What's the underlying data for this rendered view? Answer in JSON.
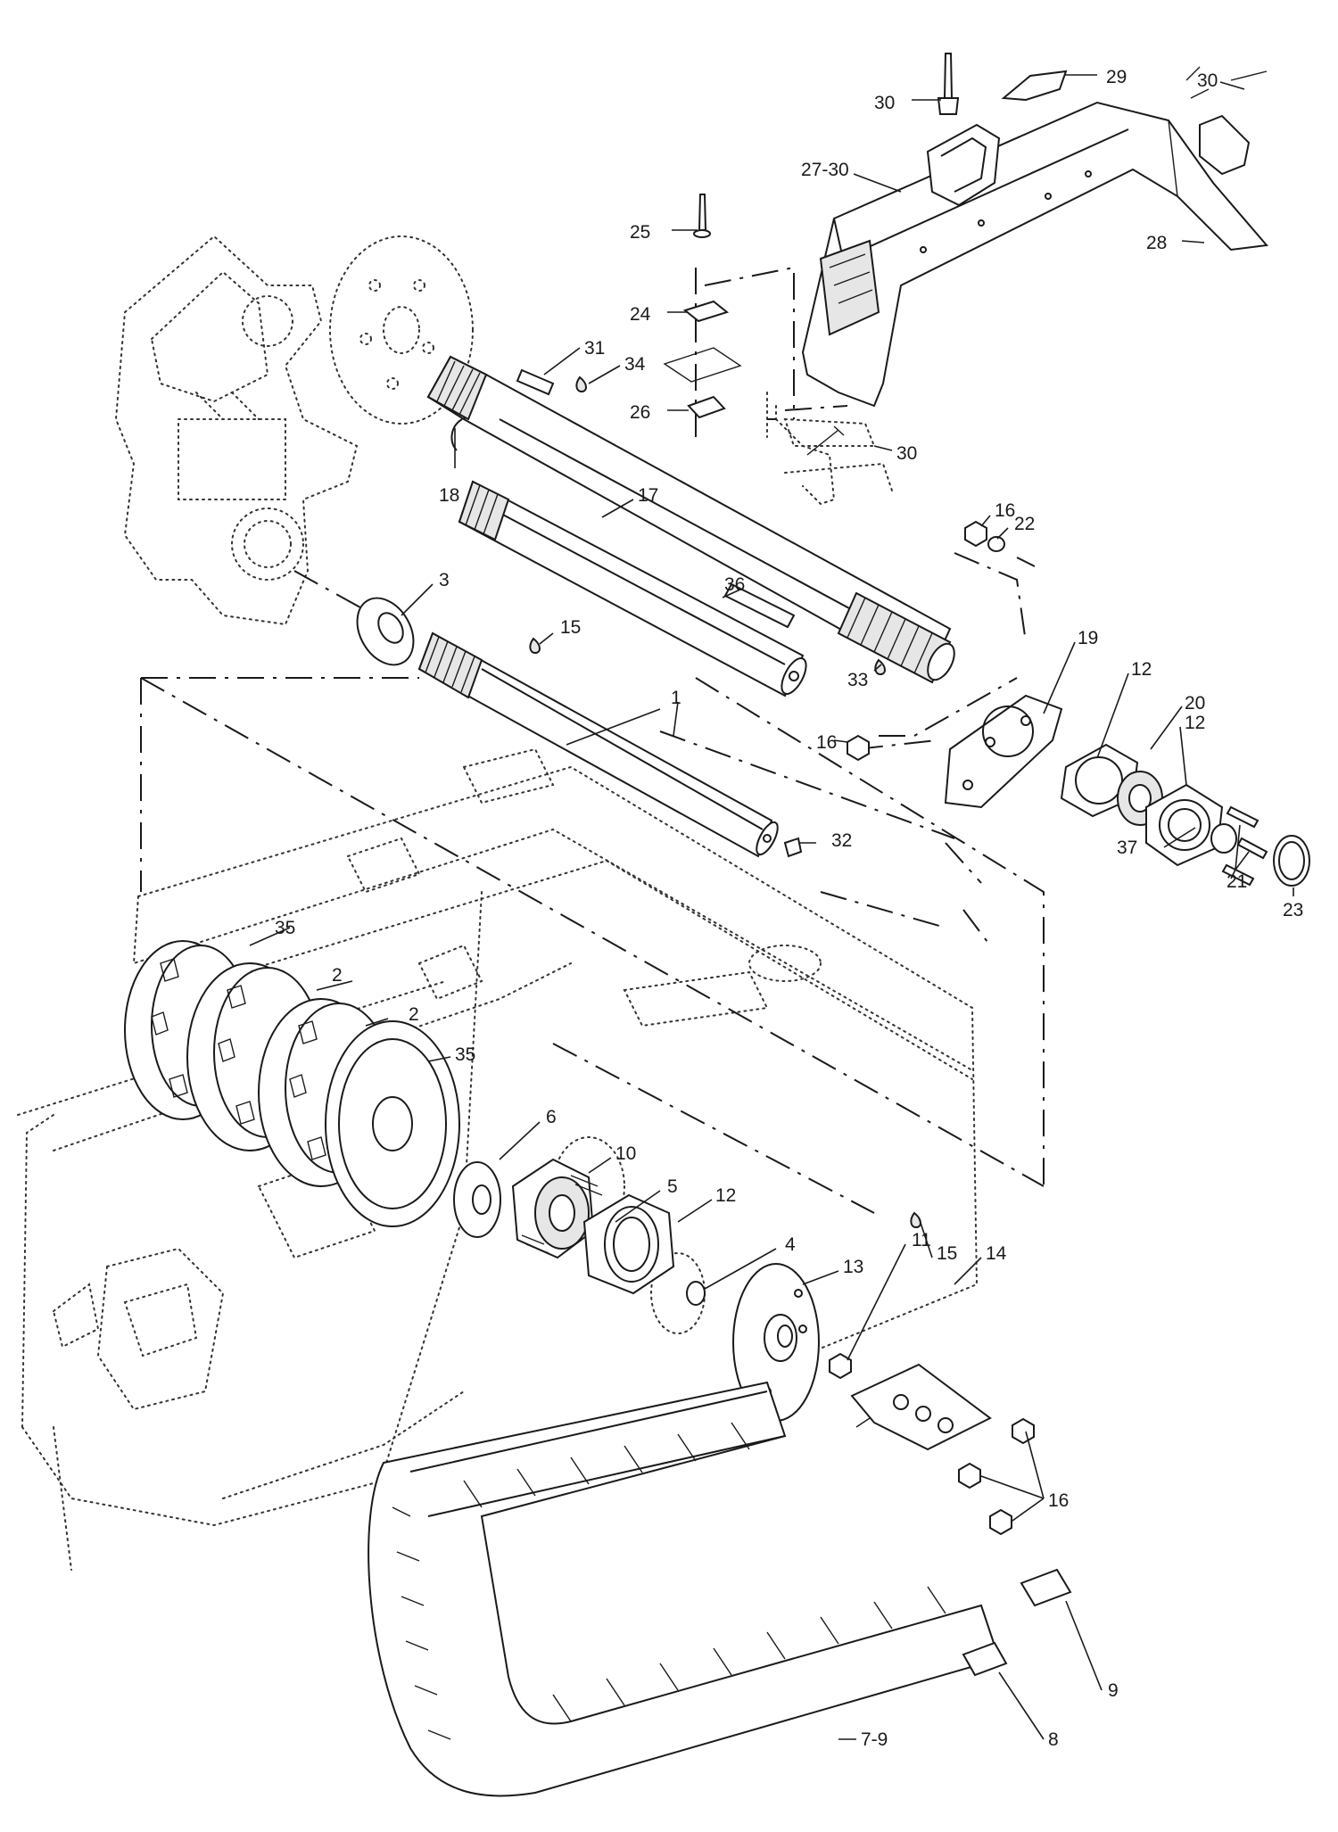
{
  "callouts": [
    {
      "id": "c1",
      "text": "1"
    },
    {
      "id": "c2a",
      "text": "2"
    },
    {
      "id": "c2b",
      "text": "2"
    },
    {
      "id": "c3",
      "text": "3"
    },
    {
      "id": "c4",
      "text": "4"
    },
    {
      "id": "c5",
      "text": "5"
    },
    {
      "id": "c6",
      "text": "6"
    },
    {
      "id": "c7_9",
      "text": "7-9"
    },
    {
      "id": "c8",
      "text": "8"
    },
    {
      "id": "c9",
      "text": "9"
    },
    {
      "id": "c10",
      "text": "10"
    },
    {
      "id": "c11",
      "text": "11"
    },
    {
      "id": "c12a",
      "text": "12"
    },
    {
      "id": "c12b",
      "text": "12"
    },
    {
      "id": "c12c",
      "text": "12"
    },
    {
      "id": "c13",
      "text": "13"
    },
    {
      "id": "c14",
      "text": "14"
    },
    {
      "id": "c15a",
      "text": "15"
    },
    {
      "id": "c15b",
      "text": "15"
    },
    {
      "id": "c16a",
      "text": "16"
    },
    {
      "id": "c16b",
      "text": "16"
    },
    {
      "id": "c16c",
      "text": "16"
    },
    {
      "id": "c17",
      "text": "17"
    },
    {
      "id": "c18",
      "text": "18"
    },
    {
      "id": "c19",
      "text": "19"
    },
    {
      "id": "c20",
      "text": "20"
    },
    {
      "id": "c21",
      "text": "21"
    },
    {
      "id": "c22",
      "text": "22"
    },
    {
      "id": "c23",
      "text": "23"
    },
    {
      "id": "c24",
      "text": "24"
    },
    {
      "id": "c25",
      "text": "25"
    },
    {
      "id": "c26",
      "text": "26"
    },
    {
      "id": "c27_30",
      "text": "27-30"
    },
    {
      "id": "c28",
      "text": "28"
    },
    {
      "id": "c29",
      "text": "29"
    },
    {
      "id": "c30a",
      "text": "30"
    },
    {
      "id": "c30b",
      "text": "30"
    },
    {
      "id": "c30c",
      "text": "30"
    },
    {
      "id": "c31",
      "text": "31"
    },
    {
      "id": "c32",
      "text": "32"
    },
    {
      "id": "c33",
      "text": "33"
    },
    {
      "id": "c34",
      "text": "34"
    },
    {
      "id": "c35a",
      "text": "35"
    },
    {
      "id": "c35b",
      "text": "35"
    },
    {
      "id": "c36",
      "text": "36"
    },
    {
      "id": "c37",
      "text": "37"
    }
  ]
}
